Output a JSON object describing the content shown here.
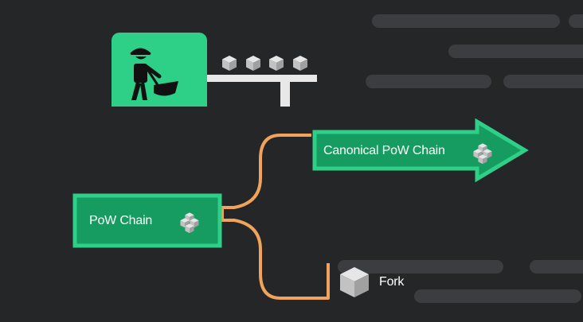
{
  "labels": {
    "pow_chain": "PoW Chain",
    "canonical_chain": "Canonical PoW Chain",
    "fork": "Fork"
  },
  "icons": {
    "miner": "miner-digging-icon",
    "block": "cube-block-icon"
  },
  "colors": {
    "background": "#252628",
    "accent_green": "#2ecf87",
    "green_fill": "#169c60",
    "bracket_orange": "#f0a35a",
    "placeholder_bar": "#3b3d41",
    "cube_light": "#e2e2e2",
    "cube_mid": "#c4c4c4",
    "cube_dark": "#9e9e9e"
  }
}
